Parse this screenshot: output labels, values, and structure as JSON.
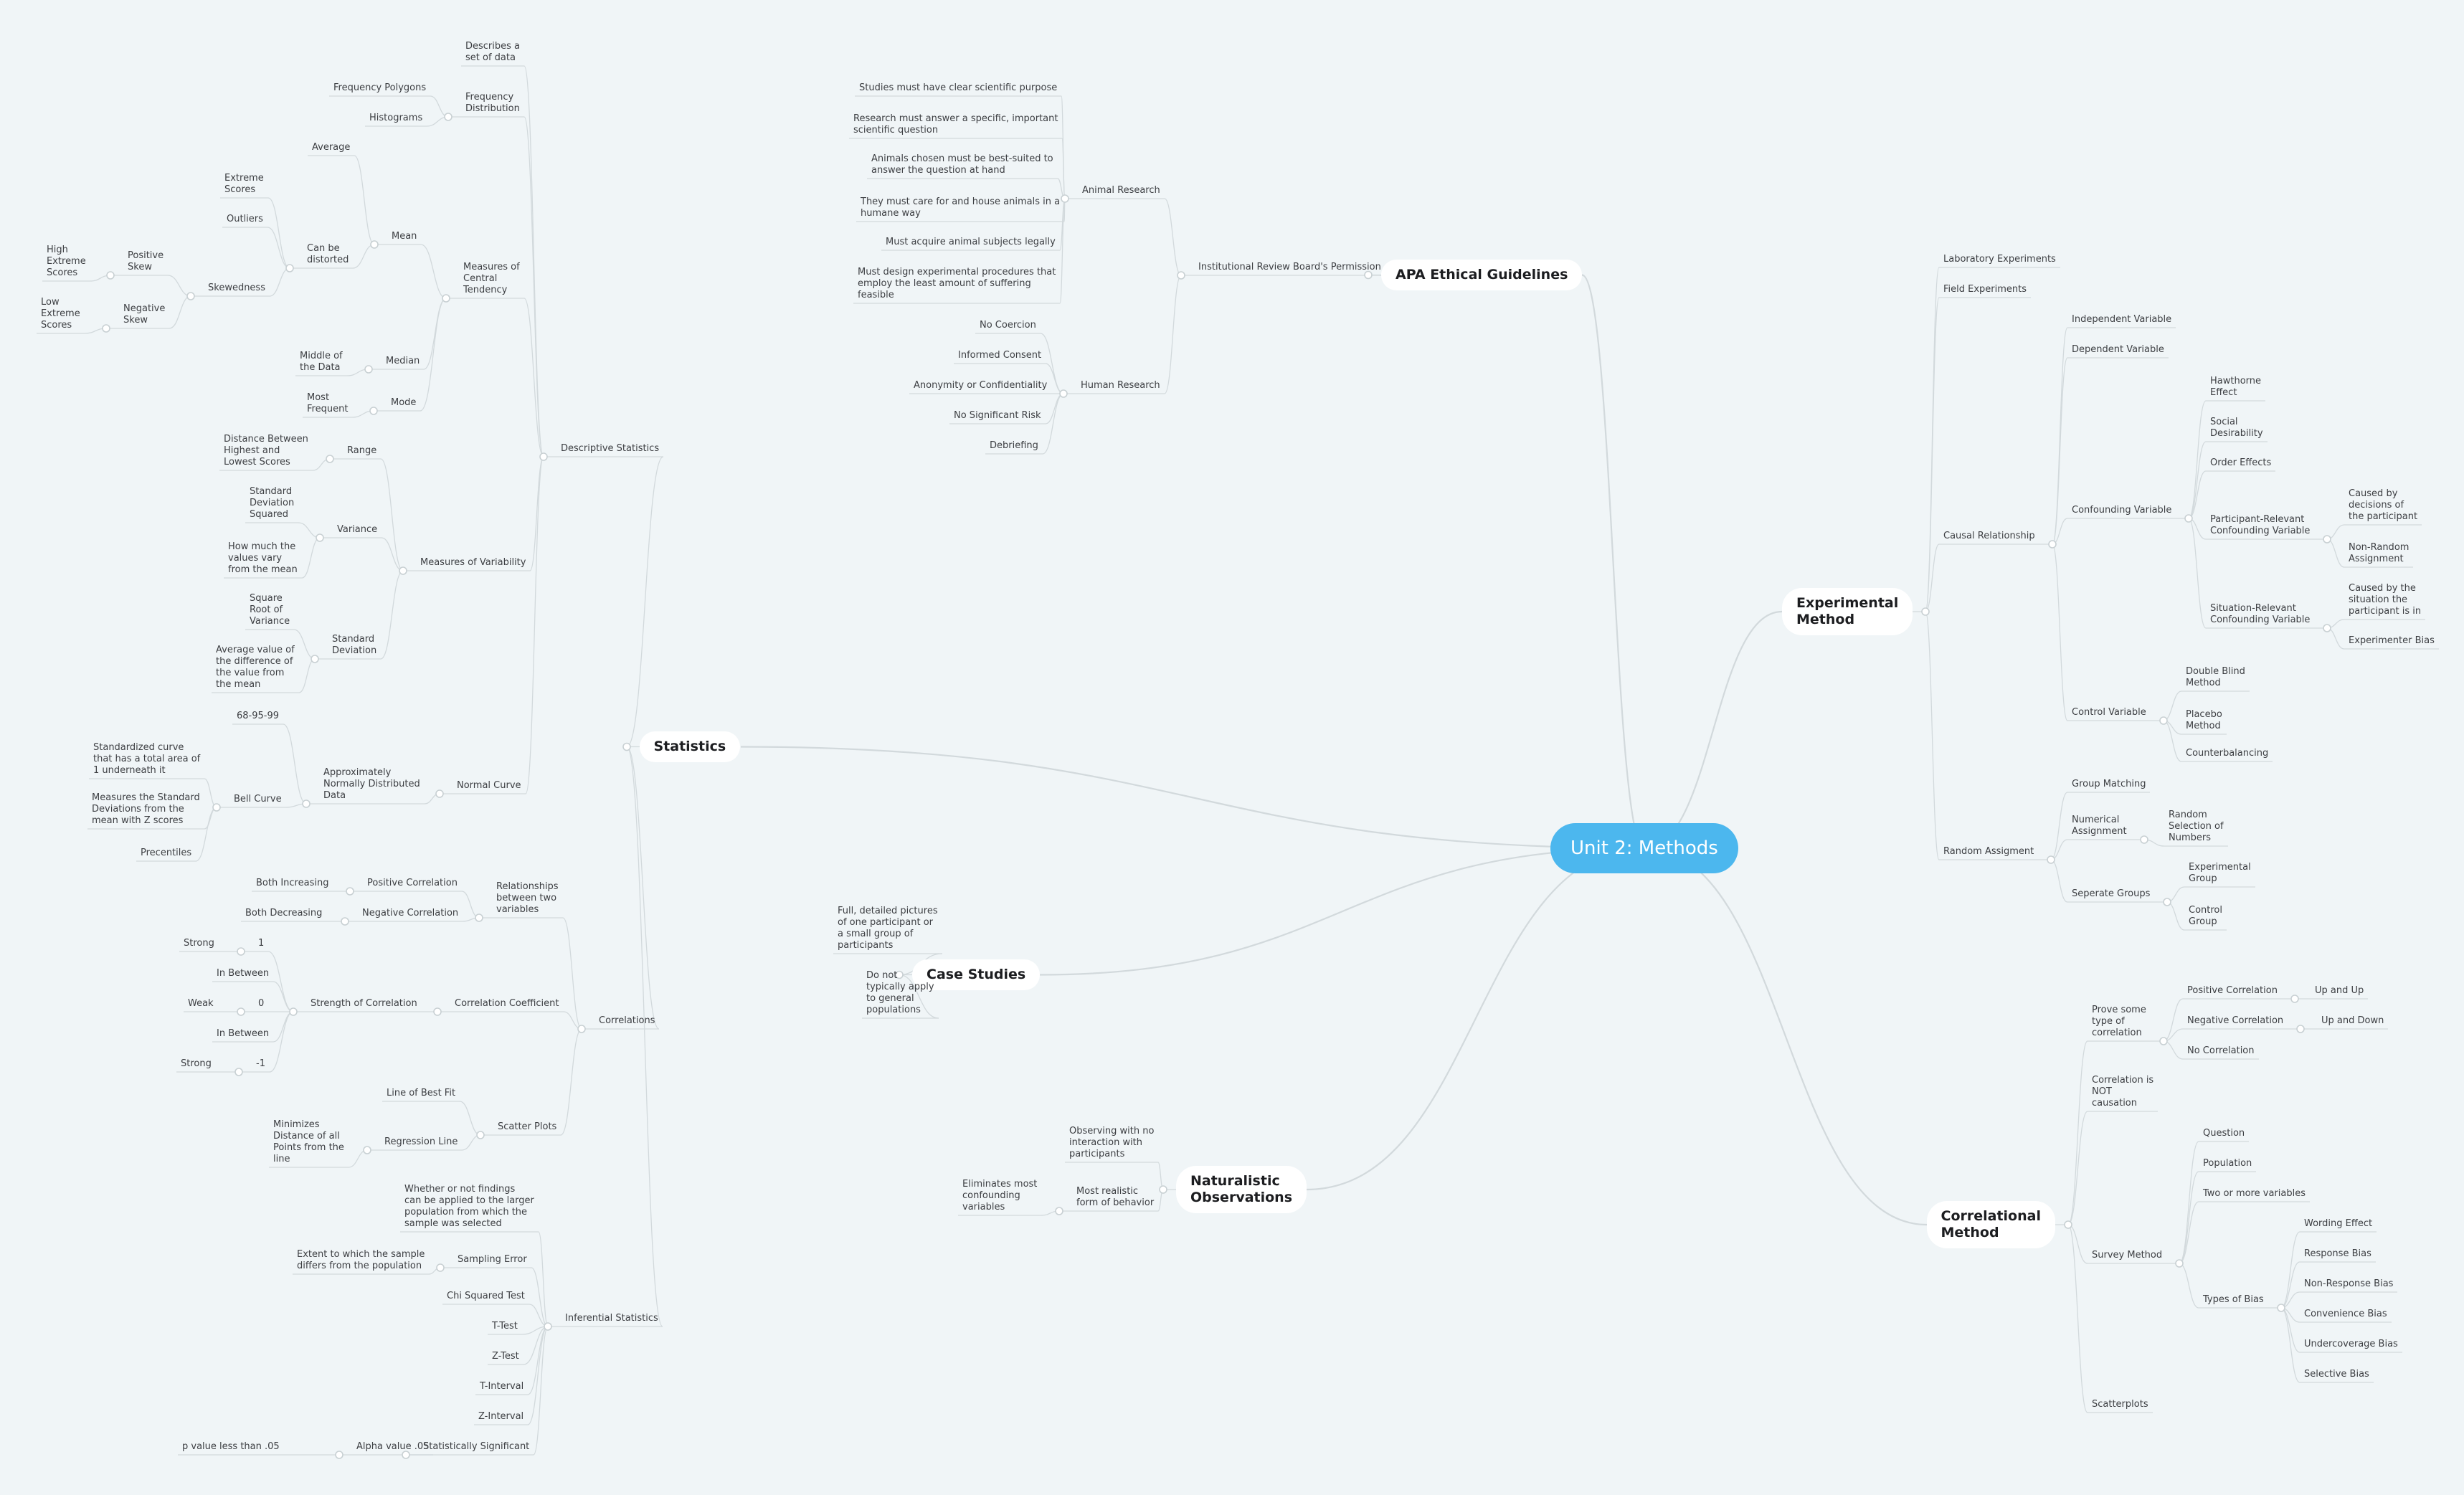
{
  "root": {
    "label": "Unit 2: Methods"
  },
  "nodes": [
    {
      "id": "stat",
      "p": "root",
      "label": "Statistics"
    },
    {
      "id": "ds",
      "p": "stat",
      "label": "Descriptive Statistics"
    },
    {
      "id": "ds1",
      "p": "ds",
      "label": "Describes a\nset of data"
    },
    {
      "id": "fd",
      "p": "ds",
      "label": "Frequency\nDistribution"
    },
    {
      "id": "fd1",
      "p": "fd",
      "label": "Frequency Polygons"
    },
    {
      "id": "fd2",
      "p": "fd",
      "label": "Histograms"
    },
    {
      "id": "mct",
      "p": "ds",
      "label": "Measures of\nCentral\nTendency"
    },
    {
      "id": "mean",
      "p": "mct",
      "label": "Mean"
    },
    {
      "id": "avg",
      "p": "mean",
      "label": "Average"
    },
    {
      "id": "cbd",
      "p": "mean",
      "label": "Can be\ndistorted"
    },
    {
      "id": "ext",
      "p": "cbd",
      "label": "Extreme\nScores"
    },
    {
      "id": "outl",
      "p": "cbd",
      "label": "Outliers"
    },
    {
      "id": "skew",
      "p": "cbd",
      "label": "Skewedness"
    },
    {
      "id": "ps",
      "p": "skew",
      "label": "Positive\nSkew"
    },
    {
      "id": "hes",
      "p": "ps",
      "label": "High\nExtreme\nScores"
    },
    {
      "id": "ns",
      "p": "skew",
      "label": "Negative\nSkew"
    },
    {
      "id": "les",
      "p": "ns",
      "label": "Low\nExtreme\nScores"
    },
    {
      "id": "med",
      "p": "mct",
      "label": "Median"
    },
    {
      "id": "mod",
      "p": "med",
      "label": "Middle of\nthe Data"
    },
    {
      "id": "mode",
      "p": "mct",
      "label": "Mode"
    },
    {
      "id": "mf",
      "p": "mode",
      "label": "Most\nFrequent"
    },
    {
      "id": "mv",
      "p": "ds",
      "label": "Measures of Variability"
    },
    {
      "id": "range",
      "p": "mv",
      "label": "Range"
    },
    {
      "id": "rng1",
      "p": "range",
      "label": "Distance Between\nHighest and\nLowest Scores"
    },
    {
      "id": "var",
      "p": "mv",
      "label": "Variance"
    },
    {
      "id": "var1",
      "p": "var",
      "label": "Standard\nDeviation\nSquared"
    },
    {
      "id": "var2",
      "p": "var",
      "label": "How much the\nvalues vary\nfrom the mean"
    },
    {
      "id": "sd",
      "p": "mv",
      "label": "Standard\nDeviation"
    },
    {
      "id": "sd1",
      "p": "sd",
      "label": "Square\nRoot of\nVariance"
    },
    {
      "id": "sd2",
      "p": "sd",
      "label": "Average value of\nthe difference of\nthe value from\nthe mean"
    },
    {
      "id": "nc",
      "p": "ds",
      "label": "Normal Curve"
    },
    {
      "id": "and",
      "p": "nc",
      "label": "Approximately\nNormally Distributed\nData"
    },
    {
      "id": "n68",
      "p": "and",
      "label": "68-95-99"
    },
    {
      "id": "bc",
      "p": "and",
      "label": "Bell Curve"
    },
    {
      "id": "bc1",
      "p": "bc",
      "label": "Standardized curve\nthat has a total area of\n1 underneath it"
    },
    {
      "id": "bc2",
      "p": "bc",
      "label": "Measures the Standard\nDeviations from the\nmean with Z scores"
    },
    {
      "id": "bc3",
      "p": "bc",
      "label": "Precentiles"
    },
    {
      "id": "corr",
      "p": "stat",
      "label": "Correlations"
    },
    {
      "id": "rbv",
      "p": "corr",
      "label": "Relationships\nbetween two\nvariables"
    },
    {
      "id": "pc",
      "p": "rbv",
      "label": "Positive Correlation"
    },
    {
      "id": "bi",
      "p": "pc",
      "label": "Both Increasing"
    },
    {
      "id": "ngc",
      "p": "rbv",
      "label": "Negative Correlation"
    },
    {
      "id": "bd",
      "p": "ngc",
      "label": "Both Decreasing"
    },
    {
      "id": "cc",
      "p": "corr",
      "label": "Correlation Coefficient"
    },
    {
      "id": "soc",
      "p": "cc",
      "label": "Strength of Correlation"
    },
    {
      "id": "s1",
      "p": "soc",
      "label": "1"
    },
    {
      "id": "s1a",
      "p": "s1",
      "label": "Strong"
    },
    {
      "id": "s2",
      "p": "soc",
      "label": "In Between"
    },
    {
      "id": "s3",
      "p": "soc",
      "label": "0"
    },
    {
      "id": "s3a",
      "p": "s3",
      "label": "Weak"
    },
    {
      "id": "s4",
      "p": "soc",
      "label": "In Between"
    },
    {
      "id": "s5",
      "p": "soc",
      "label": "-1"
    },
    {
      "id": "s5a",
      "p": "s5",
      "label": "Strong"
    },
    {
      "id": "sp",
      "p": "corr",
      "label": "Scatter Plots"
    },
    {
      "id": "lbf",
      "p": "sp",
      "label": "Line of Best Fit"
    },
    {
      "id": "rl",
      "p": "sp",
      "label": "Regression Line"
    },
    {
      "id": "rl1",
      "p": "rl",
      "label": "Minimizes\nDistance of all\nPoints from the\nline"
    },
    {
      "id": "is",
      "p": "stat",
      "label": "Inferential Statistics"
    },
    {
      "id": "is1",
      "p": "is",
      "label": "Whether or not findings\ncan be applied to the larger\npopulation from which the\nsample was selected"
    },
    {
      "id": "se",
      "p": "is",
      "label": "Sampling Error"
    },
    {
      "id": "se1",
      "p": "se",
      "label": "Extent to which the sample\ndiffers from the population"
    },
    {
      "id": "chi",
      "p": "is",
      "label": "Chi Squared Test"
    },
    {
      "id": "tt",
      "p": "is",
      "label": "T-Test"
    },
    {
      "id": "zt",
      "p": "is",
      "label": "Z-Test"
    },
    {
      "id": "ti",
      "p": "is",
      "label": "T-Interval"
    },
    {
      "id": "zi",
      "p": "is",
      "label": "Z-Interval"
    },
    {
      "id": "ss",
      "p": "is",
      "label": "Statistically Significant"
    },
    {
      "id": "av",
      "p": "ss",
      "label": "Alpha value .05"
    },
    {
      "id": "pv",
      "p": "av",
      "label": "p value less than .05"
    },
    {
      "id": "apa",
      "p": "root",
      "label": "APA Ethical Guidelines"
    },
    {
      "id": "irb",
      "p": "apa",
      "label": "Institutional Review Board's Permission"
    },
    {
      "id": "ar",
      "p": "irb",
      "label": "Animal Research"
    },
    {
      "id": "ar1",
      "p": "ar",
      "label": "Studies must have clear scientific purpose"
    },
    {
      "id": "ar2",
      "p": "ar",
      "label": "Research must answer a specific, important\nscientific question"
    },
    {
      "id": "ar3",
      "p": "ar",
      "label": "Animals chosen must be best-suited to\nanswer the question at hand"
    },
    {
      "id": "ar4",
      "p": "ar",
      "label": "They must care for and house animals in a\nhumane way"
    },
    {
      "id": "ar5",
      "p": "ar",
      "label": "Must acquire animal subjects legally"
    },
    {
      "id": "ar6",
      "p": "ar",
      "label": "Must design experimental procedures that\nemploy the least amount of suffering\nfeasible"
    },
    {
      "id": "hr",
      "p": "irb",
      "label": "Human Research"
    },
    {
      "id": "hr1",
      "p": "hr",
      "label": "No Coercion"
    },
    {
      "id": "hr2",
      "p": "hr",
      "label": "Informed Consent"
    },
    {
      "id": "hr3",
      "p": "hr",
      "label": "Anonymity or Confidentiality"
    },
    {
      "id": "hr4",
      "p": "hr",
      "label": "No Significant Risk"
    },
    {
      "id": "hr5",
      "p": "hr",
      "label": "Debriefing"
    },
    {
      "id": "cs",
      "p": "root",
      "label": "Case Studies"
    },
    {
      "id": "cs1",
      "p": "cs",
      "label": "Full, detailed pictures\nof one participant or\na small group of\nparticipants"
    },
    {
      "id": "cs2",
      "p": "cs",
      "label": "Do not\ntypically apply\nto general\npopulations"
    },
    {
      "id": "no",
      "p": "root",
      "label": "Naturalistic\nObservations"
    },
    {
      "id": "no1",
      "p": "no",
      "label": "Observing with no\ninteraction with\nparticipants"
    },
    {
      "id": "no2",
      "p": "no",
      "label": "Most realistic\nform of behavior"
    },
    {
      "id": "no3",
      "p": "no2",
      "label": "Eliminates most\nconfounding\nvariables"
    },
    {
      "id": "em",
      "p": "root",
      "label": "Experimental\nMethod"
    },
    {
      "id": "le",
      "p": "em",
      "label": "Laboratory Experiments"
    },
    {
      "id": "fe",
      "p": "em",
      "label": "Field Experiments"
    },
    {
      "id": "cr",
      "p": "em",
      "label": "Causal Relationship"
    },
    {
      "id": "iv",
      "p": "cr",
      "label": "Independent Variable"
    },
    {
      "id": "dv",
      "p": "cr",
      "label": "Dependent Variable"
    },
    {
      "id": "cv",
      "p": "cr",
      "label": "Confounding Variable"
    },
    {
      "id": "he",
      "p": "cv",
      "label": "Hawthorne\nEffect"
    },
    {
      "id": "sdz",
      "p": "cv",
      "label": "Social\nDesirability"
    },
    {
      "id": "oe",
      "p": "cv",
      "label": "Order Effects"
    },
    {
      "id": "prcv",
      "p": "cv",
      "label": "Participant-Relevant\nConfounding Variable"
    },
    {
      "id": "prcv1",
      "p": "prcv",
      "label": "Caused by\ndecisions of\nthe participant"
    },
    {
      "id": "prcv2",
      "p": "prcv",
      "label": "Non-Random\nAssignment"
    },
    {
      "id": "srcv",
      "p": "cv",
      "label": "Situation-Relevant\nConfounding Variable"
    },
    {
      "id": "srcv1",
      "p": "srcv",
      "label": "Caused by the\nsituation the\nparticipant is in"
    },
    {
      "id": "srcv2",
      "p": "srcv",
      "label": "Experimenter Bias"
    },
    {
      "id": "ctv",
      "p": "cr",
      "label": "Control Variable"
    },
    {
      "id": "dbm",
      "p": "ctv",
      "label": "Double Blind\nMethod"
    },
    {
      "id": "plm",
      "p": "ctv",
      "label": "Placebo\nMethod"
    },
    {
      "id": "cb",
      "p": "ctv",
      "label": "Counterbalancing"
    },
    {
      "id": "ra",
      "p": "em",
      "label": "Random Assigment"
    },
    {
      "id": "gm",
      "p": "ra",
      "label": "Group Matching"
    },
    {
      "id": "na",
      "p": "ra",
      "label": "Numerical\nAssignment"
    },
    {
      "id": "rsn",
      "p": "na",
      "label": "Random\nSelection of\nNumbers"
    },
    {
      "id": "sg",
      "p": "ra",
      "label": "Seperate Groups"
    },
    {
      "id": "eg",
      "p": "sg",
      "label": "Experimental\nGroup"
    },
    {
      "id": "cg",
      "p": "sg",
      "label": "Control\nGroup"
    },
    {
      "id": "cm",
      "p": "root",
      "label": "Correlational\nMethod"
    },
    {
      "id": "pst",
      "p": "cm",
      "label": "Prove some\ntype of\ncorrelation"
    },
    {
      "id": "cpc",
      "p": "pst",
      "label": "Positive Correlation"
    },
    {
      "id": "uu",
      "p": "cpc",
      "label": "Up and Up"
    },
    {
      "id": "cnc",
      "p": "pst",
      "label": "Negative Correlation"
    },
    {
      "id": "ud",
      "p": "cnc",
      "label": "Up and Down"
    },
    {
      "id": "nocor",
      "p": "pst",
      "label": "No Correlation"
    },
    {
      "id": "cinc",
      "p": "cm",
      "label": "Correlation is\nNOT\ncausation"
    },
    {
      "id": "sm",
      "p": "cm",
      "label": "Survey Method"
    },
    {
      "id": "q",
      "p": "sm",
      "label": "Question"
    },
    {
      "id": "pop",
      "p": "sm",
      "label": "Population"
    },
    {
      "id": "tmv",
      "p": "sm",
      "label": "Two or more variables"
    },
    {
      "id": "tob",
      "p": "sm",
      "label": "Types of Bias"
    },
    {
      "id": "b1",
      "p": "tob",
      "label": "Wording Effect"
    },
    {
      "id": "b2",
      "p": "tob",
      "label": "Response Bias"
    },
    {
      "id": "b3",
      "p": "tob",
      "label": "Non-Response Bias"
    },
    {
      "id": "b4",
      "p": "tob",
      "label": "Convenience Bias"
    },
    {
      "id": "b5",
      "p": "tob",
      "label": "Undercoverage Bias"
    },
    {
      "id": "b6",
      "p": "tob",
      "label": "Selective Bias"
    },
    {
      "id": "scp",
      "p": "cm",
      "label": "Scatterplots"
    }
  ]
}
